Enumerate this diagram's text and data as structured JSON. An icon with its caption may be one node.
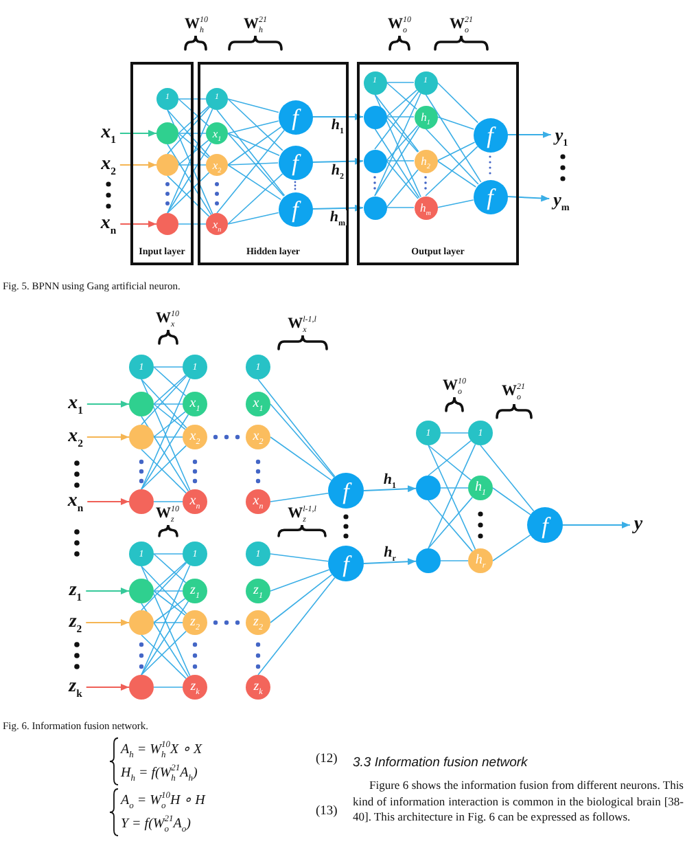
{
  "diagram": {
    "nodes": [
      {
        "text": [
          "x$_{1}$"
        ]
      },
      {
        "text": [
          "x$_{2}$"
        ]
      },
      {
        "text": [
          "x$_{n}$"
        ]
      },
      {
        "text": [
          "Input layer"
        ]
      },
      {
        "text": [
          "1"
        ],
        "in": 3
      },
      {
        "text": [],
        "shape": "circle",
        "in": 3
      },
      {
        "text": [],
        "shape": "circle",
        "in": 3
      },
      {
        "text": [],
        "shape": "circle",
        "in": 3
      },
      {
        "text": [
          "Hidden layer"
        ]
      },
      {
        "text": [
          "1"
        ],
        "in": 8
      },
      {
        "text": [
          "x$_{1}$"
        ],
        "in": 8
      },
      {
        "text": [
          "x$_{2}$"
        ],
        "in": 8
      },
      {
        "text": [
          "x$_{n}$"
        ],
        "in": 8
      },
      {
        "text": [
          "f"
        ],
        "in": 8
      },
      {
        "text": [
          "f"
        ],
        "in": 8
      },
      {
        "text": [
          "f"
        ],
        "in": 8
      },
      {
        "text": [
          "Output layer"
        ]
      },
      {
        "text": [
          "1"
        ],
        "in": 16
      },
      {
        "text": [],
        "shape": "circle",
        "in": 16
      },
      {
        "text": [],
        "shape": "circle",
        "in": 16
      },
      {
        "text": [],
        "shape": "circle",
        "in": 16
      },
      {
        "text": [
          "1"
        ],
        "in": 16
      },
      {
        "text": [
          "h$_{1}$"
        ],
        "in": 16
      },
      {
        "text": [
          "h$_{2}$"
        ],
        "in": 16
      },
      {
        "text": [
          "h$_{m}$"
        ],
        "in": 16
      },
      {
        "text": [
          "f"
        ],
        "in": 16
      },
      {
        "text": [
          "f"
        ],
        "in": 16
      },
      {
        "text": [
          "y$_{1}$"
        ]
      },
      {
        "text": [
          "y$_{m}$"
        ]
      },
      {
        "text": [
          "x$_{1}$"
        ]
      },
      {
        "text": [
          "x$_{2}$"
        ]
      },
      {
        "text": [
          "x$_{n}$"
        ]
      },
      {
        "text": [
          "1"
        ]
      },
      {
        "text": [],
        "shape": "circle"
      },
      {
        "text": [],
        "shape": "circle"
      },
      {
        "text": [],
        "shape": "circle"
      },
      {
        "text": [
          "1"
        ]
      },
      {
        "text": [
          "x$_{1}$"
        ]
      },
      {
        "text": [
          "x$_{2}$"
        ]
      },
      {
        "text": [
          "x$_{n}$"
        ]
      },
      {
        "text": [
          "1"
        ]
      },
      {
        "text": [
          "x$_{1}$"
        ]
      },
      {
        "text": [
          "x$_{2}$"
        ]
      },
      {
        "text": [
          "x$_{n}$"
        ]
      },
      {
        "text": [
          "z$_{1}$"
        ]
      },
      {
        "text": [
          "z$_{2}$"
        ]
      },
      {
        "text": [
          "z$_{k}$"
        ]
      },
      {
        "text": [
          "1"
        ]
      },
      {
        "text": [],
        "shape": "circle"
      },
      {
        "text": [],
        "shape": "circle"
      },
      {
        "text": [],
        "shape": "circle"
      },
      {
        "text": [
          "1"
        ]
      },
      {
        "text": [
          "z$_{1}$"
        ]
      },
      {
        "text": [
          "z$_{2}$"
        ]
      },
      {
        "text": [
          "z$_{k}$"
        ]
      },
      {
        "text": [
          "1"
        ]
      },
      {
        "text": [
          "z$_{1}$"
        ]
      },
      {
        "text": [
          "z$_{2}$"
        ]
      },
      {
        "text": [
          "z$_{k}$"
        ]
      },
      {
        "text": [
          "f"
        ]
      },
      {
        "text": [
          "f"
        ]
      },
      {
        "text": [
          "1"
        ]
      },
      {
        "text": [],
        "shape": "circle"
      },
      {
        "text": [],
        "shape": "circle"
      },
      {
        "text": [
          "1"
        ]
      },
      {
        "text": [
          "h$_{1}$"
        ]
      },
      {
        "text": [
          "h$_{r}$"
        ]
      },
      {
        "text": [
          "f"
        ]
      },
      {
        "text": [
          "y"
        ]
      }
    ],
    "edges": [
      {
        "from": 0,
        "to": 5,
        "arrow": "to",
        "color": "#36c99a"
      },
      {
        "from": 1,
        "to": 6,
        "arrow": "to",
        "color": "#f5b553"
      },
      {
        "from": 2,
        "to": 7,
        "arrow": "to",
        "color": "#ef5f57"
      },
      {
        "from": 4,
        "to": 9,
        "arrow": "none"
      },
      {
        "from": 4,
        "to": 10,
        "arrow": "none"
      },
      {
        "from": 4,
        "to": 11,
        "arrow": "none"
      },
      {
        "from": 4,
        "to": 12,
        "arrow": "none"
      },
      {
        "from": 5,
        "to": 9,
        "arrow": "none"
      },
      {
        "from": 5,
        "to": 10,
        "arrow": "none"
      },
      {
        "from": 5,
        "to": 11,
        "arrow": "none"
      },
      {
        "from": 5,
        "to": 12,
        "arrow": "none"
      },
      {
        "from": 6,
        "to": 9,
        "arrow": "none"
      },
      {
        "from": 6,
        "to": 10,
        "arrow": "none"
      },
      {
        "from": 6,
        "to": 11,
        "arrow": "none"
      },
      {
        "from": 6,
        "to": 12,
        "arrow": "none"
      },
      {
        "from": 7,
        "to": 9,
        "arrow": "none"
      },
      {
        "from": 7,
        "to": 10,
        "arrow": "none"
      },
      {
        "from": 7,
        "to": 11,
        "arrow": "none"
      },
      {
        "from": 7,
        "to": 12,
        "arrow": "none"
      },
      {
        "from": 9,
        "to": 13,
        "arrow": "none"
      },
      {
        "from": 9,
        "to": 14,
        "arrow": "none"
      },
      {
        "from": 9,
        "to": 15,
        "arrow": "none"
      },
      {
        "from": 10,
        "to": 13,
        "arrow": "none"
      },
      {
        "from": 10,
        "to": 14,
        "arrow": "none"
      },
      {
        "from": 10,
        "to": 15,
        "arrow": "none"
      },
      {
        "from": 11,
        "to": 13,
        "arrow": "none"
      },
      {
        "from": 11,
        "to": 14,
        "arrow": "none"
      },
      {
        "from": 11,
        "to": 15,
        "arrow": "none"
      },
      {
        "from": 12,
        "to": 13,
        "arrow": "none"
      },
      {
        "from": 12,
        "to": 14,
        "arrow": "none"
      },
      {
        "from": 12,
        "to": 15,
        "arrow": "none"
      },
      {
        "from": 13,
        "to": 18,
        "arrow": "to",
        "label": "h$_{1}$"
      },
      {
        "from": 14,
        "to": 19,
        "arrow": "to",
        "label": "h$_{2}$"
      },
      {
        "from": 15,
        "to": 20,
        "arrow": "to",
        "label": "h$_{m}$"
      },
      {
        "from": 17,
        "to": 21,
        "arrow": "none"
      },
      {
        "from": 17,
        "to": 22,
        "arrow": "none"
      },
      {
        "from": 17,
        "to": 23,
        "arrow": "none"
      },
      {
        "from": 17,
        "to": 24,
        "arrow": "none"
      },
      {
        "from": 18,
        "to": 21,
        "arrow": "none"
      },
      {
        "from": 18,
        "to": 22,
        "arrow": "none"
      },
      {
        "from": 18,
        "to": 23,
        "arrow": "none"
      },
      {
        "from": 18,
        "to": 24,
        "arrow": "none"
      },
      {
        "from": 19,
        "to": 21,
        "arrow": "none"
      },
      {
        "from": 19,
        "to": 22,
        "arrow": "none"
      },
      {
        "from": 19,
        "to": 23,
        "arrow": "none"
      },
      {
        "from": 19,
        "to": 24,
        "arrow": "none"
      },
      {
        "from": 20,
        "to": 21,
        "arrow": "none"
      },
      {
        "from": 20,
        "to": 22,
        "arrow": "none"
      },
      {
        "from": 20,
        "to": 23,
        "arrow": "none"
      },
      {
        "from": 20,
        "to": 24,
        "arrow": "none"
      },
      {
        "from": 21,
        "to": 25,
        "arrow": "none"
      },
      {
        "from": 21,
        "to": 26,
        "arrow": "none"
      },
      {
        "from": 22,
        "to": 25,
        "arrow": "none"
      },
      {
        "from": 22,
        "to": 26,
        "arrow": "none"
      },
      {
        "from": 23,
        "to": 25,
        "arrow": "none"
      },
      {
        "from": 23,
        "to": 26,
        "arrow": "none"
      },
      {
        "from": 24,
        "to": 25,
        "arrow": "none"
      },
      {
        "from": 24,
        "to": 26,
        "arrow": "none"
      },
      {
        "from": 25,
        "to": 27,
        "arrow": "to"
      },
      {
        "from": 26,
        "to": 28,
        "arrow": "to"
      },
      {
        "from": 29,
        "to": 33,
        "arrow": "to",
        "color": "#36c99a"
      },
      {
        "from": 30,
        "to": 34,
        "arrow": "to",
        "color": "#f5b553"
      },
      {
        "from": 31,
        "to": 35,
        "arrow": "to",
        "color": "#ef5f57"
      },
      {
        "from": 32,
        "to": 36,
        "arrow": "none"
      },
      {
        "from": 32,
        "to": 37,
        "arrow": "none"
      },
      {
        "from": 32,
        "to": 38,
        "arrow": "none"
      },
      {
        "from": 32,
        "to": 39,
        "arrow": "none"
      },
      {
        "from": 33,
        "to": 36,
        "arrow": "none"
      },
      {
        "from": 33,
        "to": 37,
        "arrow": "none"
      },
      {
        "from": 33,
        "to": 38,
        "arrow": "none"
      },
      {
        "from": 33,
        "to": 39,
        "arrow": "none"
      },
      {
        "from": 34,
        "to": 36,
        "arrow": "none"
      },
      {
        "from": 34,
        "to": 37,
        "arrow": "none"
      },
      {
        "from": 34,
        "to": 38,
        "arrow": "none"
      },
      {
        "from": 34,
        "to": 39,
        "arrow": "none"
      },
      {
        "from": 35,
        "to": 36,
        "arrow": "none"
      },
      {
        "from": 35,
        "to": 37,
        "arrow": "none"
      },
      {
        "from": 35,
        "to": 38,
        "arrow": "none"
      },
      {
        "from": 35,
        "to": 39,
        "arrow": "none"
      },
      {
        "from": 40,
        "to": 59,
        "arrow": "none"
      },
      {
        "from": 41,
        "to": 59,
        "arrow": "none"
      },
      {
        "from": 42,
        "to": 59,
        "arrow": "none"
      },
      {
        "from": 43,
        "to": 59,
        "arrow": "none"
      },
      {
        "from": 44,
        "to": 48,
        "arrow": "to",
        "color": "#36c99a"
      },
      {
        "from": 45,
        "to": 49,
        "arrow": "to",
        "color": "#f5b553"
      },
      {
        "from": 46,
        "to": 50,
        "arrow": "to",
        "color": "#ef5f57"
      },
      {
        "from": 47,
        "to": 51,
        "arrow": "none"
      },
      {
        "from": 47,
        "to": 52,
        "arrow": "none"
      },
      {
        "from": 47,
        "to": 53,
        "arrow": "none"
      },
      {
        "from": 47,
        "to": 54,
        "arrow": "none"
      },
      {
        "from": 48,
        "to": 51,
        "arrow": "none"
      },
      {
        "from": 48,
        "to": 52,
        "arrow": "none"
      },
      {
        "from": 48,
        "to": 53,
        "arrow": "none"
      },
      {
        "from": 48,
        "to": 54,
        "arrow": "none"
      },
      {
        "from": 49,
        "to": 51,
        "arrow": "none"
      },
      {
        "from": 49,
        "to": 52,
        "arrow": "none"
      },
      {
        "from": 49,
        "to": 53,
        "arrow": "none"
      },
      {
        "from": 49,
        "to": 54,
        "arrow": "none"
      },
      {
        "from": 50,
        "to": 51,
        "arrow": "none"
      },
      {
        "from": 50,
        "to": 52,
        "arrow": "none"
      },
      {
        "from": 50,
        "to": 53,
        "arrow": "none"
      },
      {
        "from": 50,
        "to": 54,
        "arrow": "none"
      },
      {
        "from": 55,
        "to": 60,
        "arrow": "none"
      },
      {
        "from": 56,
        "to": 60,
        "arrow": "none"
      },
      {
        "from": 57,
        "to": 60,
        "arrow": "none"
      },
      {
        "from": 58,
        "to": 60,
        "arrow": "none"
      },
      {
        "from": 59,
        "to": 62,
        "arrow": "to",
        "label": "h$_{1}$"
      },
      {
        "from": 60,
        "to": 63,
        "arrow": "to",
        "label": "h$_{r}$"
      },
      {
        "from": 61,
        "to": 64,
        "arrow": "none"
      },
      {
        "from": 61,
        "to": 65,
        "arrow": "none"
      },
      {
        "from": 61,
        "to": 66,
        "arrow": "none"
      },
      {
        "from": 62,
        "to": 64,
        "arrow": "none"
      },
      {
        "from": 62,
        "to": 65,
        "arrow": "none"
      },
      {
        "from": 62,
        "to": 66,
        "arrow": "none"
      },
      {
        "from": 63,
        "to": 64,
        "arrow": "none"
      },
      {
        "from": 63,
        "to": 65,
        "arrow": "none"
      },
      {
        "from": 63,
        "to": 66,
        "arrow": "none"
      },
      {
        "from": 64,
        "to": 67,
        "arrow": "none"
      },
      {
        "from": 65,
        "to": 67,
        "arrow": "none"
      },
      {
        "from": 66,
        "to": 67,
        "arrow": "none"
      },
      {
        "from": 67,
        "to": 68,
        "arrow": "to"
      }
    ],
    "labels": [
      "W$_{h}$$^{10}$",
      "W$_{h}$$^{21}$",
      "W$_{o}$$^{10}$",
      "W$_{o}$$^{21}$",
      "Fig. 5. BPNN using Gang artificial neuron.",
      "W$_{x}$$^{10}$",
      "W$_{x}$$^{l-1,l}$",
      "W$_{o}$$^{10}$",
      "W$_{o}$$^{21}$",
      "W$_{z}$$^{10}$",
      "W$_{z}$$^{l-1,l}$",
      "Fig. 6. Information fusion network.",
      "A$_{h}$ = W$_{h}$$^{10}$X ∘ X",
      "H$_{h}$ = f(W$_{h}$$^{21}$A$_{h}$)",
      "(12)",
      "3.3 Information fusion network",
      "A$_{o}$ = W$_{o}$$^{10}$H ∘ H",
      "Y = f(W$_{o}$$^{21}$A$_{o}$)",
      "(13)",
      "Figure 6 shows the information fusion from different neurons. This kind of information interaction is common in the biological brain [38-40]. This architecture in Fig. 6 can be expressed as follows."
    ]
  }
}
